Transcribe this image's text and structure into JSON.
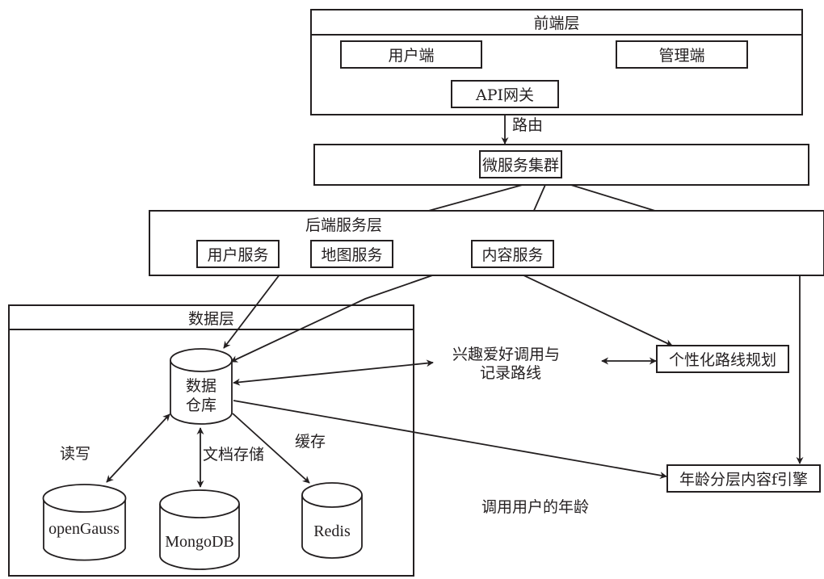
{
  "frontend_layer": {
    "title": "前端层",
    "user_client": "用户端",
    "admin_client": "管理端",
    "api_gateway": "API网关"
  },
  "routing_label": "路由",
  "microservice_cluster": {
    "label": "微服务集群"
  },
  "backend_layer": {
    "title": "后端服务层",
    "user_service": "用户服务",
    "map_service": "地图服务",
    "content_service": "内容服务"
  },
  "data_layer": {
    "title": "数据层",
    "warehouse_line1": "数据",
    "warehouse_line2": "仓库",
    "opengauss": "openGauss",
    "mongodb": "MongoDB",
    "redis": "Redis",
    "read_write_label": "读写",
    "doc_storage_label": "文档存储",
    "cache_label": "缓存"
  },
  "interest_label_line1": "兴趣爱好调用与",
  "interest_label_line2": "记录路线",
  "personalized_route_planning": "个性化路线规划",
  "age_content_engine": "年龄分层内容f引擎",
  "user_age_label": "调用用户的年龄"
}
